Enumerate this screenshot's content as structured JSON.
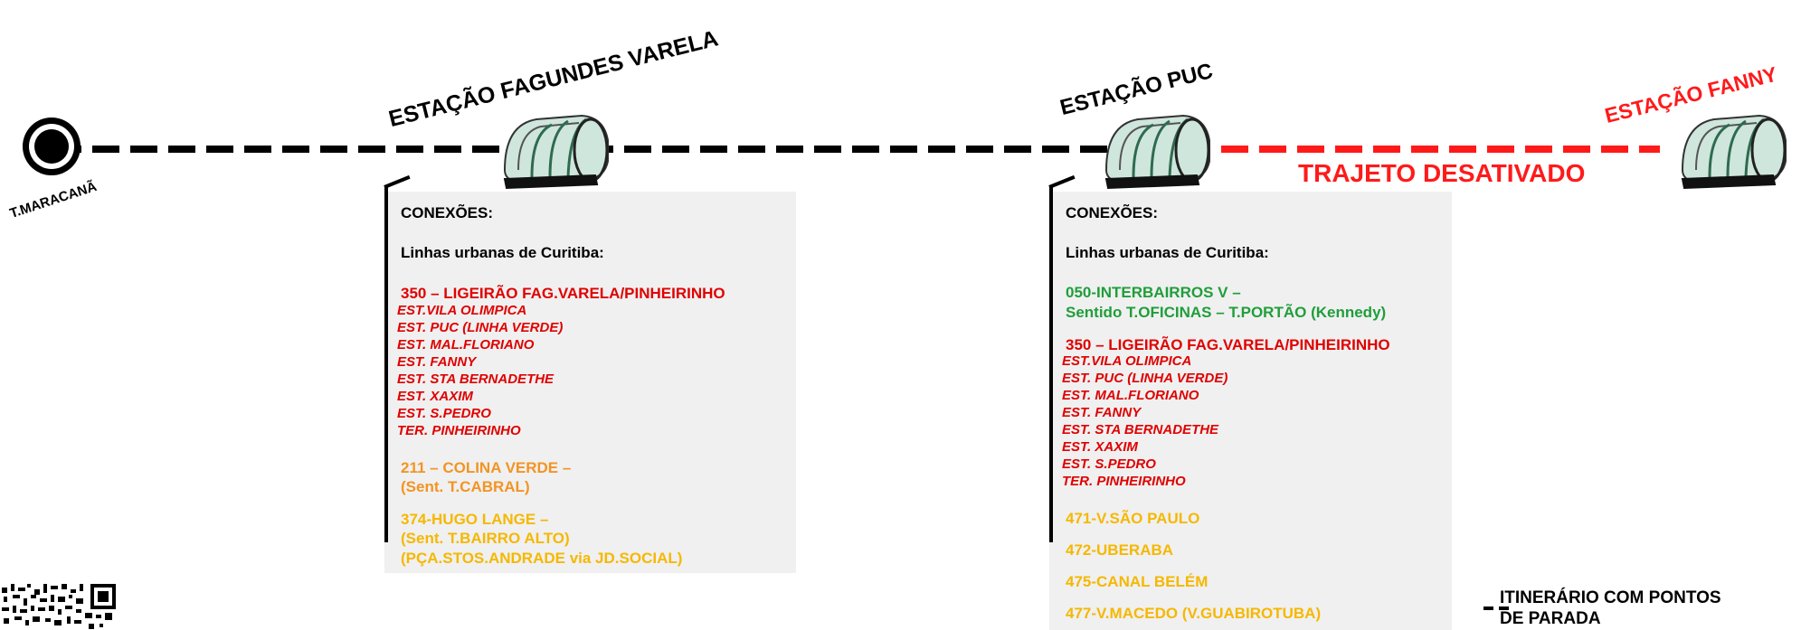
{
  "colors": {
    "active_route": "#000000",
    "disabled_route": "#ff1a1a",
    "red_line": "#e00000",
    "green_line": "#1f9e3a",
    "orange_line": "#f39423",
    "yellow_line": "#f5b800",
    "panel_bg": "#f0f0f0"
  },
  "terminal": {
    "label": "T.MARACANÃ",
    "icon": "terminal-circle-icon"
  },
  "stations": [
    {
      "name": "ESTAÇÃO FAGUNDES VARELA",
      "icon": "tube-station-icon"
    },
    {
      "name": "ESTAÇÃO PUC",
      "icon": "tube-station-icon"
    },
    {
      "name": "ESTAÇÃO FANNY",
      "icon": "tube-station-icon"
    }
  ],
  "disabled_label": "TRAJETO DESATIVADO",
  "panel1": {
    "heading": "CONEXÕES:",
    "subheading": "Linhas urbanas de Curitiba:",
    "line350": "350 – LIGEIRÃO FAG.VARELA/PINHEIRINHO",
    "stops": [
      "EST.VILA OLIMPICA",
      "EST. PUC (LINHA VERDE)",
      "EST. MAL.FLORIANO",
      "EST. FANNY",
      "EST. STA BERNADETHE",
      "EST. XAXIM",
      "EST. S.PEDRO",
      "TER. PINHEIRINHO"
    ],
    "line211_a": "211 – COLINA VERDE –",
    "line211_b": "(Sent. T.CABRAL)",
    "line374_a": "374-HUGO LANGE –",
    "line374_b": "(Sent. T.BAIRRO ALTO)",
    "line374_c": "(PÇA.STOS.ANDRADE via JD.SOCIAL)"
  },
  "panel2": {
    "heading": "CONEXÕES:",
    "subheading": "Linhas urbanas de Curitiba:",
    "line050_a": "050-INTERBAIRROS V –",
    "line050_b": "Sentido T.OFICINAS – T.PORTÃO (Kennedy)",
    "line350": "350 – LIGEIRÃO FAG.VARELA/PINHEIRINHO",
    "stops": [
      "EST.VILA OLIMPICA",
      "EST. PUC (LINHA VERDE)",
      "EST. MAL.FLORIANO",
      "EST. FANNY",
      "EST. STA BERNADETHE",
      "EST. XAXIM",
      "EST. S.PEDRO",
      "TER. PINHEIRINHO"
    ],
    "line471": "471-V.SÃO PAULO",
    "line472": "472-UBERABA",
    "line475": "475-CANAL BELÉM",
    "line477": "477-V.MACEDO (V.GUABIROTUBA)"
  },
  "legend": {
    "icon": "dashed-line-icon",
    "line1": "ITINERÁRIO COM PONTOS",
    "line2": "DE PARADA"
  }
}
